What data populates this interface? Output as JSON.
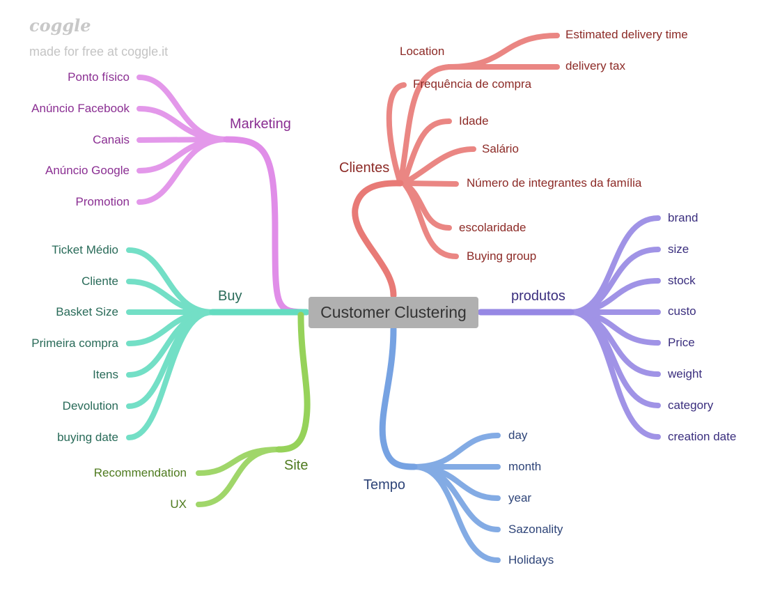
{
  "header": {
    "logo": "coggle",
    "tagline": "made for free at coggle.it"
  },
  "center": {
    "label": "Customer Clustering"
  },
  "colors": {
    "marketing": "#e08de8",
    "buy": "#64dcc0",
    "site": "#96d25a",
    "clientes": "#e87a76",
    "produtos": "#9688e4",
    "tempo": "#76a2e2",
    "marketing_text": "#8a2e92",
    "buy_text": "#286a58",
    "site_text": "#4e7a1e",
    "clientes_text": "#8c2a26",
    "produtos_text": "#3a2e7e",
    "tempo_text": "#2e4478"
  },
  "branches": {
    "marketing": {
      "label": "Marketing",
      "items": [
        "Ponto físico",
        "Anúncio Facebook",
        "Canais",
        "Anúncio Google",
        "Promotion"
      ]
    },
    "buy": {
      "label": "Buy",
      "items": [
        "Ticket Médio",
        "Cliente",
        "Basket Size",
        "Primeira compra",
        "Itens",
        "Devolution",
        "buying date"
      ]
    },
    "site": {
      "label": "Site",
      "items": [
        "Recommendation",
        "UX"
      ]
    },
    "clientes": {
      "label": "Clientes",
      "location": {
        "label": "Location",
        "items": [
          "Estimated delivery time",
          "delivery tax"
        ]
      },
      "items": [
        "Frequência de compra",
        "Idade",
        "Salário",
        "Número de integrantes da família",
        "escolaridade",
        "Buying group"
      ]
    },
    "produtos": {
      "label": "produtos",
      "items": [
        "brand",
        "size",
        "stock",
        "custo",
        "Price",
        "weight",
        "category",
        "creation date"
      ]
    },
    "tempo": {
      "label": "Tempo",
      "items": [
        "day",
        "month",
        "year",
        "Sazonality",
        "Holidays"
      ]
    }
  }
}
